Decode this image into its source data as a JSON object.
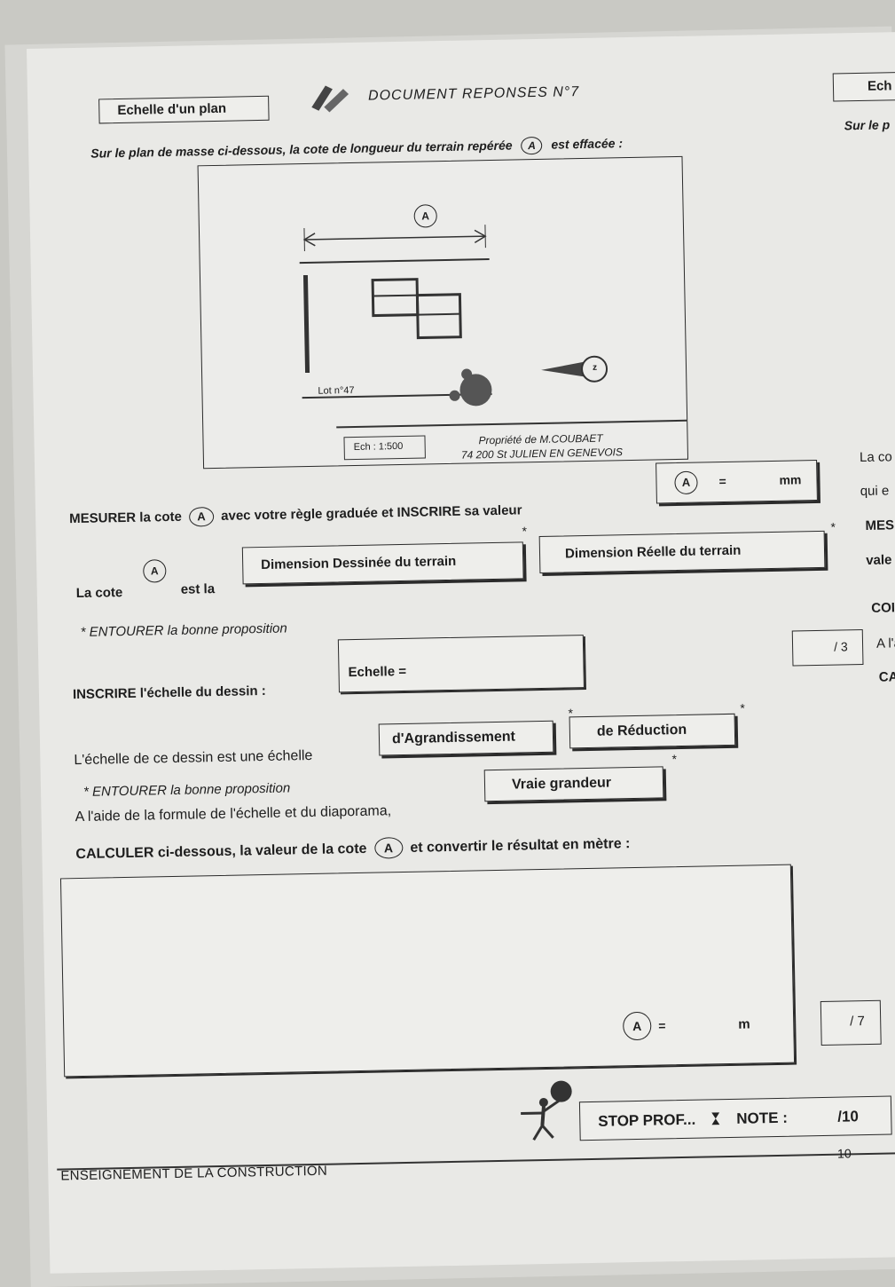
{
  "header": {
    "left_box_label": "Echelle d'un plan",
    "title": "DOCUMENT REPONSES N°7",
    "right_box_label": "Ech",
    "right_text": "Sur le p"
  },
  "intro": {
    "text_before": "Sur le plan de masse ci-dessous, la cote de longueur du terrain repérée",
    "marker": "A",
    "text_after": "est effacée :"
  },
  "plan": {
    "cote_label": "A",
    "lot_label": "Lot n°47",
    "north_label": "z",
    "scale_label": "Ech : 1:500",
    "owner_line1": "Propriété de M.COUBAET",
    "owner_line2": "74 200 St JULIEN EN GENEVOIS"
  },
  "measure": {
    "instruction_before": "MESURER la cote",
    "marker": "A",
    "instruction_after": "avec votre règle graduée et INSCRIRE sa valeur",
    "answer_marker": "A",
    "answer_equals": "=",
    "answer_unit": "mm"
  },
  "cote_question": {
    "prefix": "La cote",
    "marker": "A",
    "suffix": "est la",
    "option1": "Dimension Dessinée du terrain",
    "option2": "Dimension Réelle du terrain",
    "star": "*",
    "hint": "* ENTOURER la bonne proposition"
  },
  "scale_question": {
    "label": "INSCRIRE l'échelle du dessin :",
    "field_label": "Echelle =",
    "score": "/ 3"
  },
  "type_question": {
    "label": "L'échelle de ce dessin est une échelle",
    "option1": "d'Agrandissement",
    "option2": "de Réduction",
    "option3": "Vraie grandeur",
    "star": "*",
    "hint": "* ENTOURER la bonne proposition"
  },
  "calc": {
    "line1": "A l'aide de la formule de l'échelle et du diaporama,",
    "line2_before": "CALCULER ci-dessous, la valeur de la cote",
    "marker": "A",
    "line2_after": "et convertir le résultat en mètre :",
    "answer_marker": "A",
    "answer_equals": "=",
    "answer_unit": "m",
    "score": "/ 7"
  },
  "footer": {
    "stop_text": "STOP PROF...",
    "note_label": "NOTE :",
    "note_score": "/10",
    "institution": "ENSEIGNEMENT DE LA CONSTRUCTION",
    "page_number": "10"
  },
  "right_margin": {
    "t1": "La co",
    "t2": "qui e",
    "t3": "MES",
    "t4": "vale",
    "t5": "COI",
    "t6": "A l'a",
    "t7": "CA"
  }
}
